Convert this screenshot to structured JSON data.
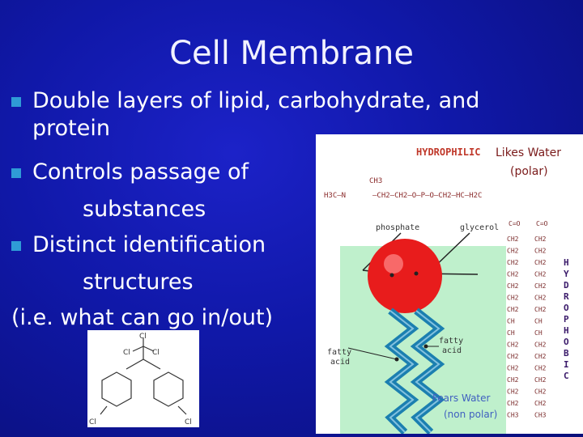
{
  "slide": {
    "title": "Cell Membrane",
    "bullets": [
      {
        "text": "Double layers of lipid, carbohydrate, and"
      },
      {
        "text": "protein"
      },
      {
        "text": "Controls passage of"
      },
      {
        "text": "substances"
      },
      {
        "text": "Distinct identification"
      },
      {
        "text": "structures"
      },
      {
        "text": "(i.e. what can go in/out)"
      }
    ],
    "accent_color": "#2f9bd6",
    "background_color": "#1018a8"
  },
  "figure": {
    "hydrophilic": "HYDROPHILIC",
    "likes_water": "Likes Water",
    "polar": "(polar)",
    "phosphate": "phosphate",
    "glycerol": "glycerol",
    "fatty_acid_left": [
      "fatty",
      "acid"
    ],
    "fatty_acid_mid": [
      "fatty",
      "acid"
    ],
    "fears_water": "Fears Water",
    "non_polar": "(non polar)",
    "hydrophobic_letters": [
      "H",
      "Y",
      "D",
      "R",
      "O",
      "P",
      "H",
      "O",
      "B",
      "I",
      "C"
    ],
    "formula_top": {
      "ch3": "CH3",
      "h3c": "H3C—N",
      "ch2a": "—CH2—CH2—O—P—O—CH2—HC—H2C"
    },
    "chain_units": [
      "CH2",
      "CH2",
      "CH2",
      "CH2",
      "CH2",
      "CH2",
      "CH2",
      "CH",
      "CH",
      "CH2",
      "CH2",
      "CH2",
      "CH2",
      "CH2",
      "CH2",
      "CH3"
    ],
    "colors": {
      "head": "#e81c1c",
      "tail": "#1b7fb0",
      "panel": "#bff0cc"
    }
  },
  "molecule": {
    "cl_labels": [
      "Cl",
      "Cl",
      "Cl",
      "Cl",
      "Cl"
    ]
  }
}
